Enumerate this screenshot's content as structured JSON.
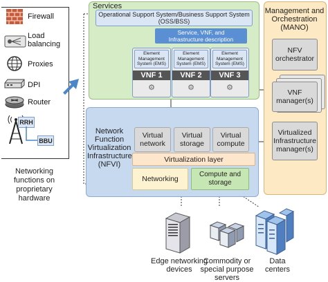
{
  "devices": [
    {
      "label": "Firewall",
      "icon": "firewall-icon"
    },
    {
      "label": "Load balancing",
      "icon": "load-balancer-icon"
    },
    {
      "label": "Proxies",
      "icon": "proxy-globe-icon"
    },
    {
      "label": "DPI",
      "icon": "dpi-device-icon"
    },
    {
      "label": "Router",
      "icon": "router-icon"
    },
    {
      "label": "RRH",
      "icon": "antenna-tower-icon"
    },
    {
      "label": "BBU",
      "icon": "bbu-icon"
    }
  ],
  "left_caption": [
    "Networking",
    "functions on",
    "proprietary",
    "hardware"
  ],
  "services": {
    "title": "Services",
    "oss_line1": "Operational Support System/Business Support System",
    "oss_line2": "(OSS/BSS)",
    "desc_line1": "Service, VNF, and",
    "desc_line2": "Infrastructure description",
    "ems_line1": "Element",
    "ems_line2": "Management",
    "ems_line3": "System (EMS)",
    "vnfs": [
      "VNF 1",
      "VNF 2",
      "VNF 3"
    ]
  },
  "nfvi": {
    "title_lines": [
      "Network",
      "Function",
      "Virtualization",
      "Infrastructure",
      "(NFVI)"
    ],
    "virtual_network": [
      "Virtual",
      "network"
    ],
    "virtual_storage": [
      "Virtual",
      "storage"
    ],
    "virtual_compute": [
      "Virtual",
      "compute"
    ],
    "virtualization_layer": "Virtualization layer",
    "networking": "Networking",
    "compute_storage": [
      "Compute and",
      "storage"
    ]
  },
  "mano": {
    "title_lines": [
      "Management and",
      "Orchestration",
      "(MANO)"
    ],
    "nfv_orchestrator": [
      "NFV",
      "orchestrator"
    ],
    "vnf_managers": [
      "VNF",
      "manager(s)"
    ],
    "vim": [
      "Virtualized",
      "Infrastructure",
      "manager(s)"
    ]
  },
  "hardware": [
    {
      "lines": [
        "Edge networking",
        "devices"
      ],
      "icon": "edge-device-icon"
    },
    {
      "lines": [
        "Commodity or",
        "special purpose",
        "servers"
      ],
      "icon": "servers-icon"
    },
    {
      "lines": [
        "Data",
        "centers"
      ],
      "icon": "datacenter-icon"
    }
  ],
  "colors": {
    "services_bg": "#d5ecc7",
    "nfvi_bg": "#c7d9ef",
    "mano_bg": "#fde9c3",
    "arrow": "#4a86c8",
    "description_bg": "#5b8fd4"
  }
}
